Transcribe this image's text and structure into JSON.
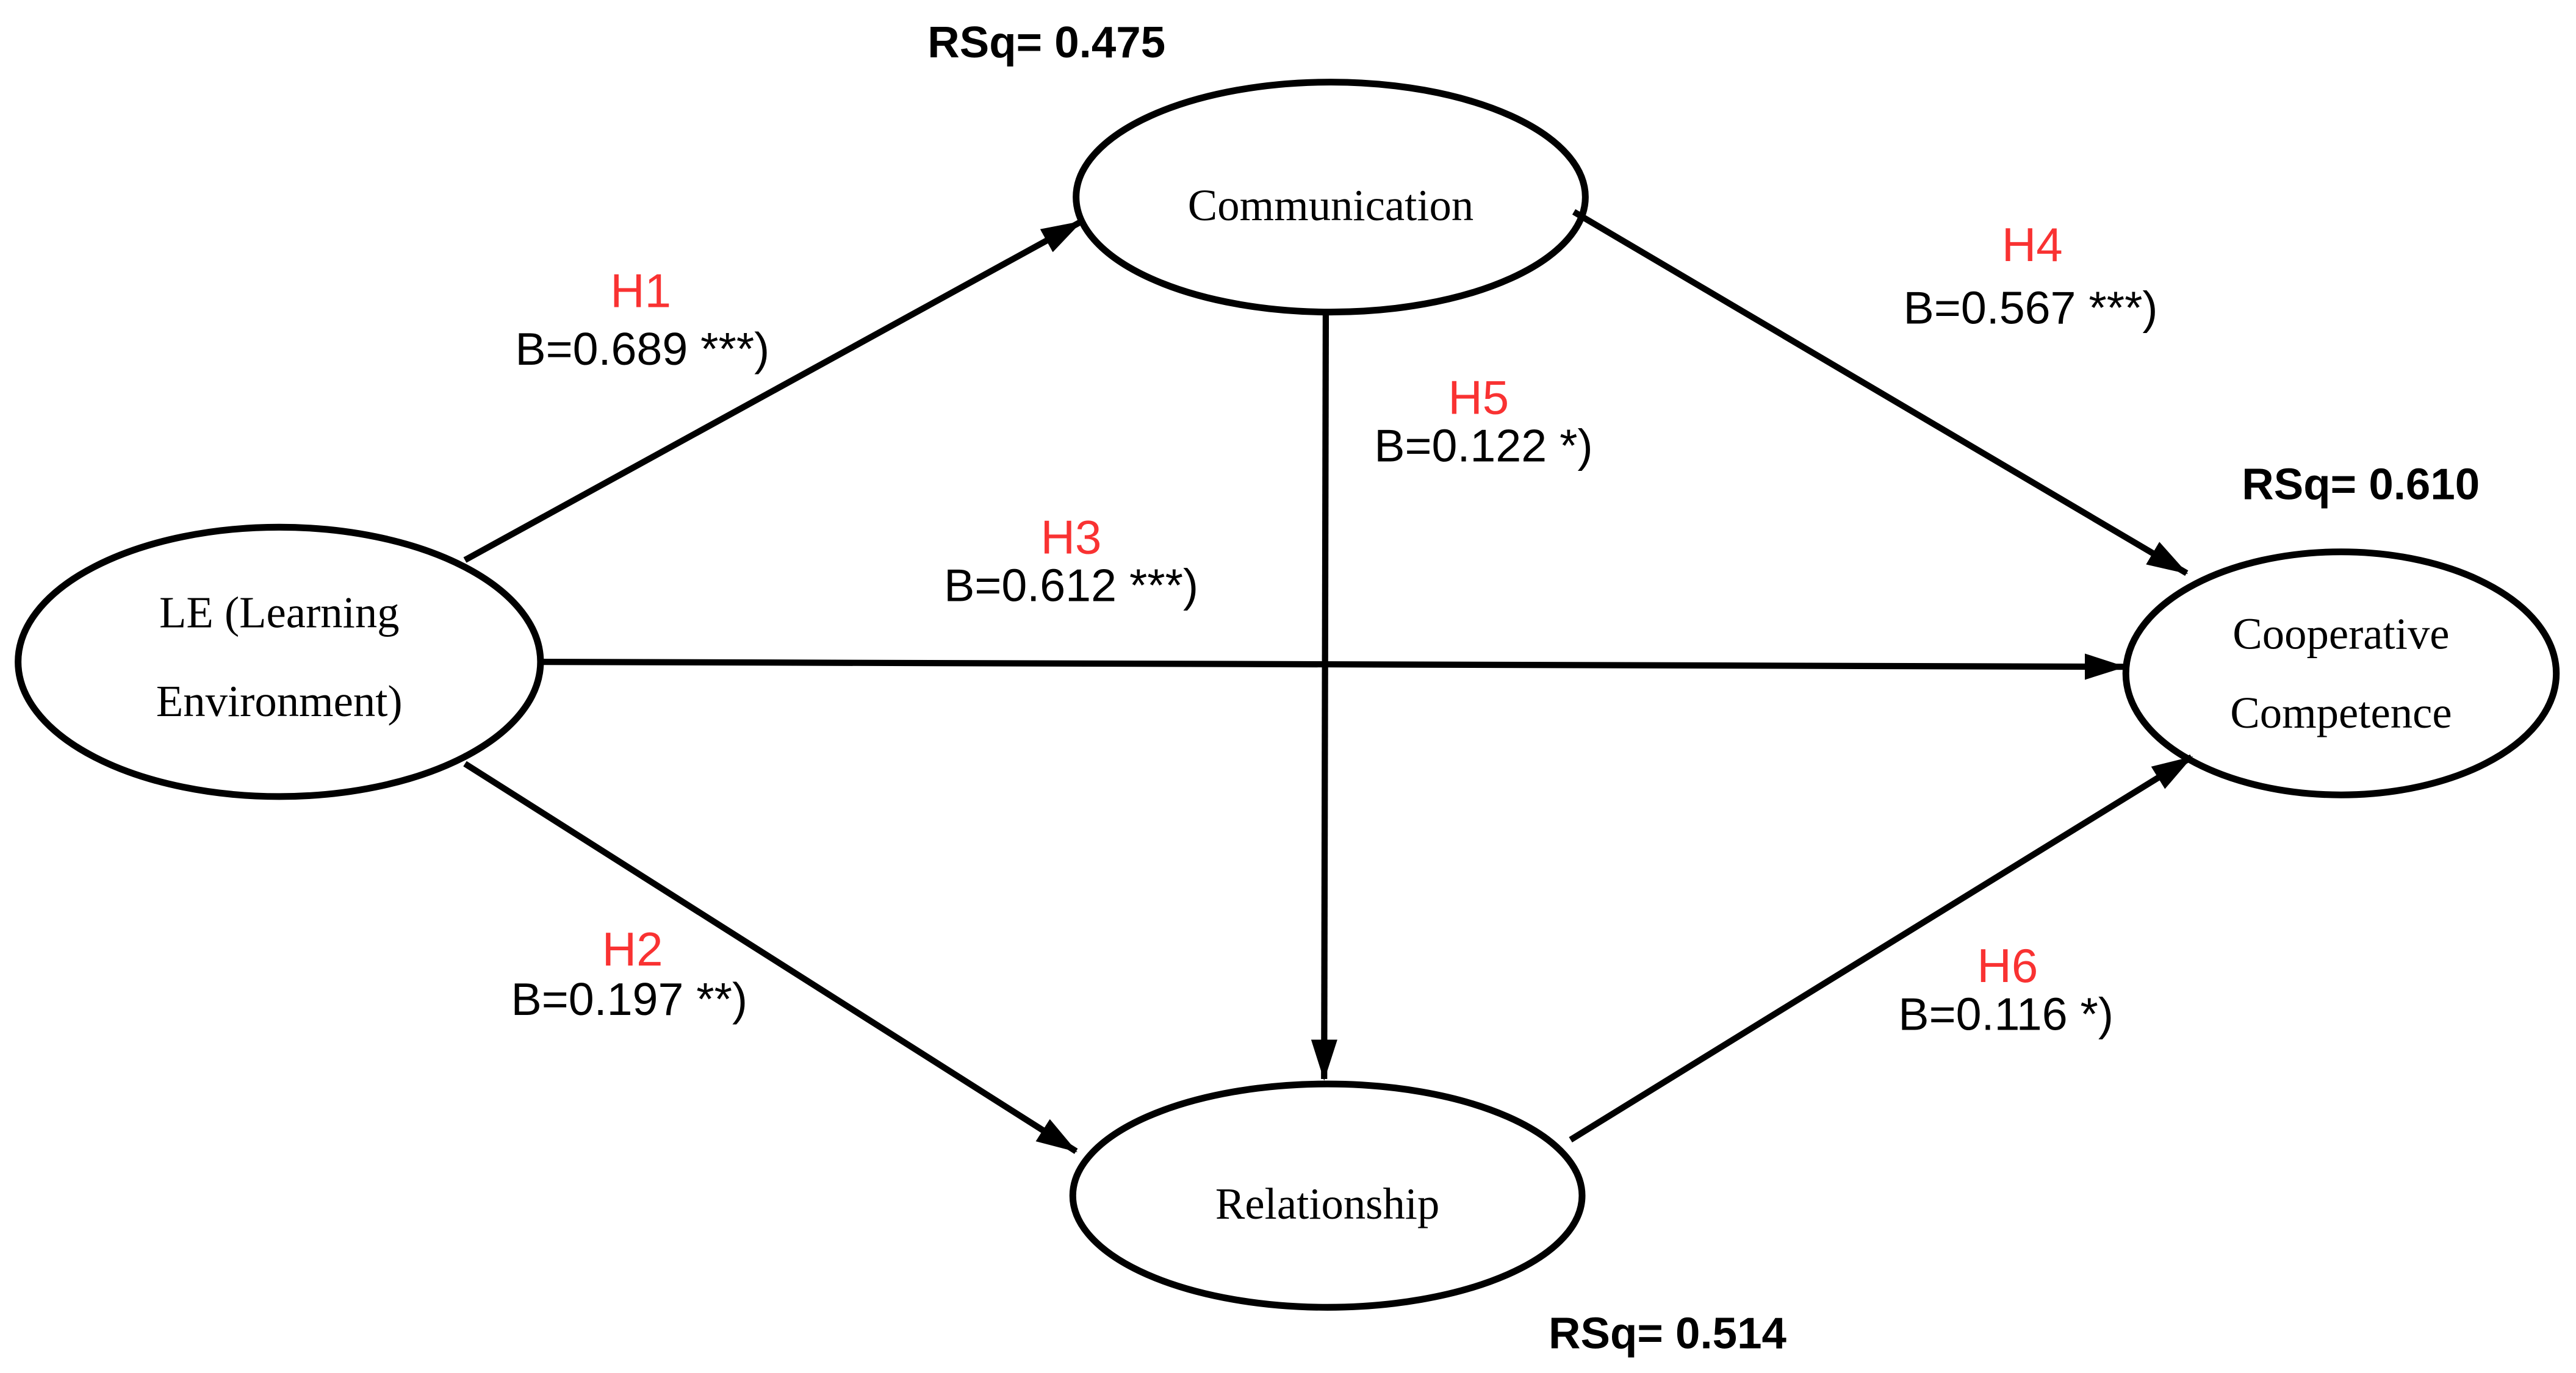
{
  "figure": {
    "background": "#FFFFFF",
    "colors": {
      "diagram_line": "#000000",
      "text": "#000000",
      "hypothesis_label": "#F93232"
    },
    "nodes": {
      "learning_environment": {
        "line1": "LE (Learning",
        "line2": "Environment)"
      },
      "communication": {
        "label": "Communication",
        "rsq": "RSq= 0.475"
      },
      "relationship": {
        "label": "Relationship",
        "rsq": "RSq= 0.514"
      },
      "cooperative_competence": {
        "line1": "Cooperative",
        "line2": "Competence",
        "rsq": "RSq= 0.610"
      }
    },
    "paths": {
      "h1": {
        "label": "H1",
        "coefficient": "B=0.689 ***)",
        "from": "LE (Learning Environment)",
        "to": "Communication"
      },
      "h2": {
        "label": "H2",
        "coefficient": "B=0.197 **)",
        "from": "LE (Learning Environment)",
        "to": "Relationship"
      },
      "h3": {
        "label": "H3",
        "coefficient": "B=0.612 ***)",
        "from": "LE (Learning Environment)",
        "to": "Cooperative Competence"
      },
      "h4": {
        "label": "H4",
        "coefficient": "B=0.567 ***)",
        "from": "Communication",
        "to": "Cooperative Competence"
      },
      "h5": {
        "label": "H5",
        "coefficient": "B=0.122 *)",
        "from": "Communication",
        "to": "Relationship"
      },
      "h6": {
        "label": "H6",
        "coefficient": "B=0.116 *)",
        "from": "Relationship",
        "to": "Cooperative Competence"
      }
    }
  }
}
